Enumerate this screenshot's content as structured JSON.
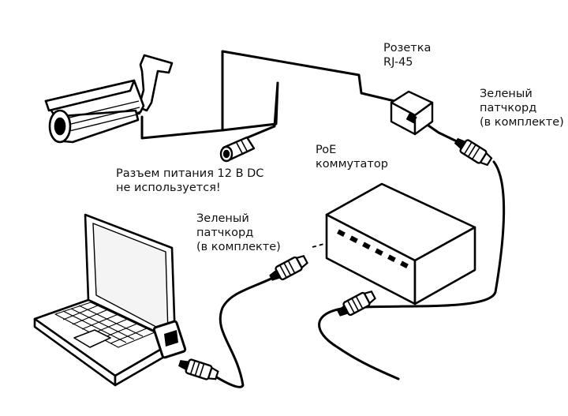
{
  "labels": {
    "socket": {
      "line1": "Розетка",
      "line2": "RJ-45"
    },
    "patch_right": {
      "line1": "Зеленый",
      "line2": "патчкорд",
      "line3": "(в комплекте)"
    },
    "switch": {
      "line1": "PoE",
      "line2": "коммутатор"
    },
    "power_note": {
      "line1": "Разъем питания 12 В DC",
      "line2": "не используется!"
    },
    "patch_left": {
      "line1": "Зеленый",
      "line2": "патчкорд",
      "line3": "(в комплекте)"
    }
  },
  "colors": {
    "stroke": "#000000",
    "fill": "#ffffff",
    "screen": "#f4f4f4"
  },
  "icons": [
    "camera-icon",
    "power-connector-icon",
    "rj45-socket-icon",
    "poe-switch-icon",
    "laptop-icon",
    "rj45-plug-icon"
  ]
}
